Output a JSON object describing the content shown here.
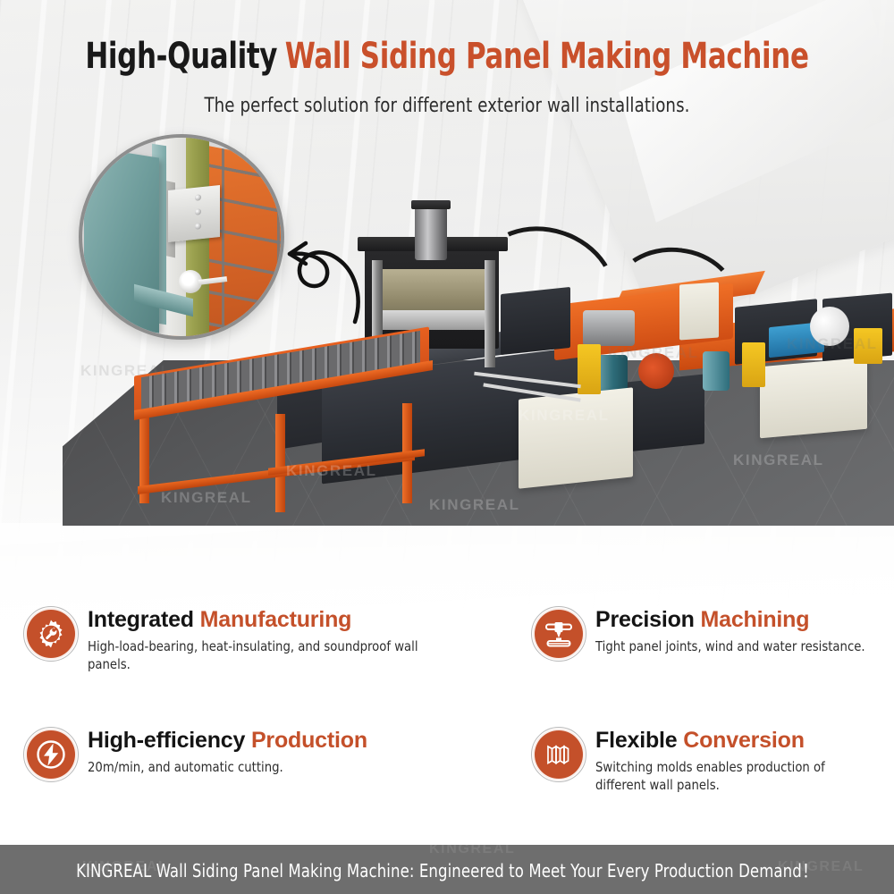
{
  "header": {
    "title_dark": "High-Quality",
    "title_accent": "Wall Siding Panel Making Machine",
    "subtitle": "The perfect solution for different exterior wall installations."
  },
  "hero": {
    "inset_label": "wall-cladding-cutaway-detail",
    "machine_label": "wall-siding-panel-roll-forming-line",
    "watermark": "KINGREAL"
  },
  "features": [
    {
      "icon": "gear-wrench-icon",
      "title_dark": "Integrated",
      "title_accent": "Manufacturing",
      "desc": "High-load-bearing, heat-insulating, and soundproof wall panels."
    },
    {
      "icon": "press-machine-icon",
      "title_dark": "Precision",
      "title_accent": "Machining",
      "desc": "Tight panel joints, wind and water resistance."
    },
    {
      "icon": "lightning-bolt-icon",
      "title_dark": "High-efficiency",
      "title_accent": "Production",
      "desc": "20m/min, and automatic cutting."
    },
    {
      "icon": "folded-panel-icon",
      "title_dark": "Flexible",
      "title_accent": "Conversion",
      "desc": "Switching molds enables production of different wall panels."
    }
  ],
  "footer": {
    "text": "KINGREAL Wall Siding Panel Making Machine: Engineered to Meet Your Every Production Demand！",
    "watermark": "KINGREAL"
  },
  "colors": {
    "accent_orange": "#c4502a",
    "title_orange": "#c9502b",
    "footer_gray": "#6e6e6e",
    "text_dark": "#141414"
  }
}
